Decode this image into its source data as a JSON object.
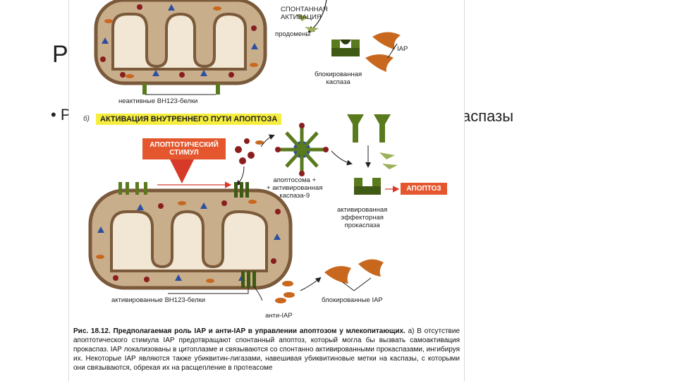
{
  "slide": {
    "title_fragment": "Р",
    "bullet_start": "• Р",
    "bullet_end": "аспазы"
  },
  "figure": {
    "labels": {
      "spontaneous_activation": "СПОНТАННАЯ\nАКТИВАЦИЯ",
      "prodomains": "продомены",
      "iap_top": "IAP",
      "blocked_caspase": "блокированная\nкаспаза",
      "inactive_bh123": "неактивные ВН123-белки",
      "section_b_letter": "б)",
      "section_b_title": "АКТИВАЦИЯ ВНУТРЕННЕГО ПУТИ АПОПТОЗА",
      "apoptotic_stimulus": "АПОПТОТИЧЕСКИЙ\nСТИМУЛ",
      "apoptosome": "апоптосома +\n+ активированная\nкаспаза-9",
      "apoptosis": "АПОПТОЗ",
      "activated_effector": "активированная\nэффекторная\nпрокаспаза",
      "activated_bh123": "активированные ВН123-белки",
      "anti_iap": "анти-IAP",
      "blocked_iap": "блокированные IAP"
    },
    "caption": {
      "bold": "Рис. 18.12. Предполагаемая роль IAP и анти-IAP в управлении апоптозом у млекопитающих.",
      "text": " а) В отсутствие апоптотического стимула IAP предотвращают спонтанный апоптоз, который могла бы вызвать самоактивация прокаспаз. IAP локализованы в цитоплазме и связываются со спонтанно активированными прокаспазами, ингибируя их. Некоторые IAP являются также убиквитин-лигазами, навешивая убиквитиновые метки на каспазы, с которыми они связываются, обрекая их на расщепление в протеасоме"
    }
  },
  "colors": {
    "mito_fill": "#c9ae8c",
    "mito_border": "#7a5a3a",
    "protein_green": "#5a7a1e",
    "iap_orange": "#c8681e",
    "triangle_blue": "#2d4fa0",
    "dot_red": "#8a1e1e",
    "stimulus_red": "#e4572e",
    "highlight_yellow": "#f6ee3e"
  }
}
